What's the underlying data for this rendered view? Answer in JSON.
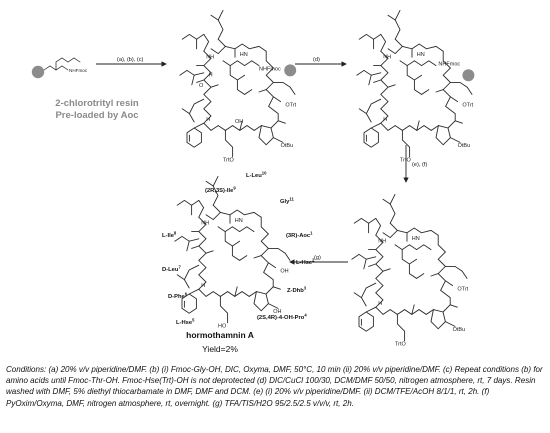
{
  "resin": {
    "title": "2-chlorotrityl resin",
    "subtitle": "Pre-loaded by Aoc",
    "nhfmoc": "NHFmoc"
  },
  "atoms": {
    "nh": "NH",
    "hn": "HN",
    "h": "H",
    "n": "N",
    "o": "O",
    "oh": "OH",
    "otrt": "OTrt",
    "trto": "TrtO",
    "otbu": "OtBu",
    "nhfmoc": "NHFmoc",
    "ho": "HO"
  },
  "steps": {
    "step1": "(a), (b), (c)",
    "step2": "(d)",
    "step3": "(e), (f)",
    "step4": "(g)"
  },
  "residues": {
    "leu10": "L-Leu",
    "leu10_sup": "10",
    "ile9": "(2R,3S)-Ile",
    "ile9_sup": "9",
    "gly11": "Gly",
    "gly11_sup": "11",
    "ile8": "L-Ile",
    "ile8_sup": "8",
    "aoc1": "(3R)-Aoc",
    "aoc1_sup": "1",
    "hse2": "L-Hse",
    "hse2_sup": "2",
    "leu7": "D-Leu",
    "leu7_sup": "7",
    "dhb3": "Z-Dhb",
    "dhb3_sup": "3",
    "phe6": "D-Phe",
    "phe6_sup": "6",
    "pro4": "(2S,4R)-4-OH-Pro",
    "pro4_sup": "4",
    "hse5": "L-Hse",
    "hse5_sup": "5"
  },
  "product": {
    "name": "hormothamnin A",
    "yield": "Yield=2%"
  },
  "caption": "Conditions: (a) 20% v/v piperidine/DMF. (b) (i) Fmoc-Gly-OH, DIC, Oxyma, DMF, 50°C, 10 min (ii) 20% v/v piperidine/DMF. (c) Repeat conditions (b) for amino acids until Fmoc-Thr-OH. Fmoc-Hse(Trt)-OH is not deprotected (d) DIC/CuCl 100/30, DCM/DMF 50/50, nitrogen atmosphere, rt, 7 days. Resin washed with DMF, 5% diethyl thiocarbamate in DMF, DMF and DCM. (e) (i) 20% v/v piperidine/DMF. (ii) DCM/TFE/AcOH 8/1/1, rt, 2h. (f) PyOxim/Oxyma, DMF, nitrogen atmosphere, rt, overnight. (g) TFA/TIS/H2O 95/2.5/2.5 v/v/v, rt, 2h.",
  "colors": {
    "resin_bead": "#8c8c8c",
    "bond": "#2b2b2b"
  }
}
